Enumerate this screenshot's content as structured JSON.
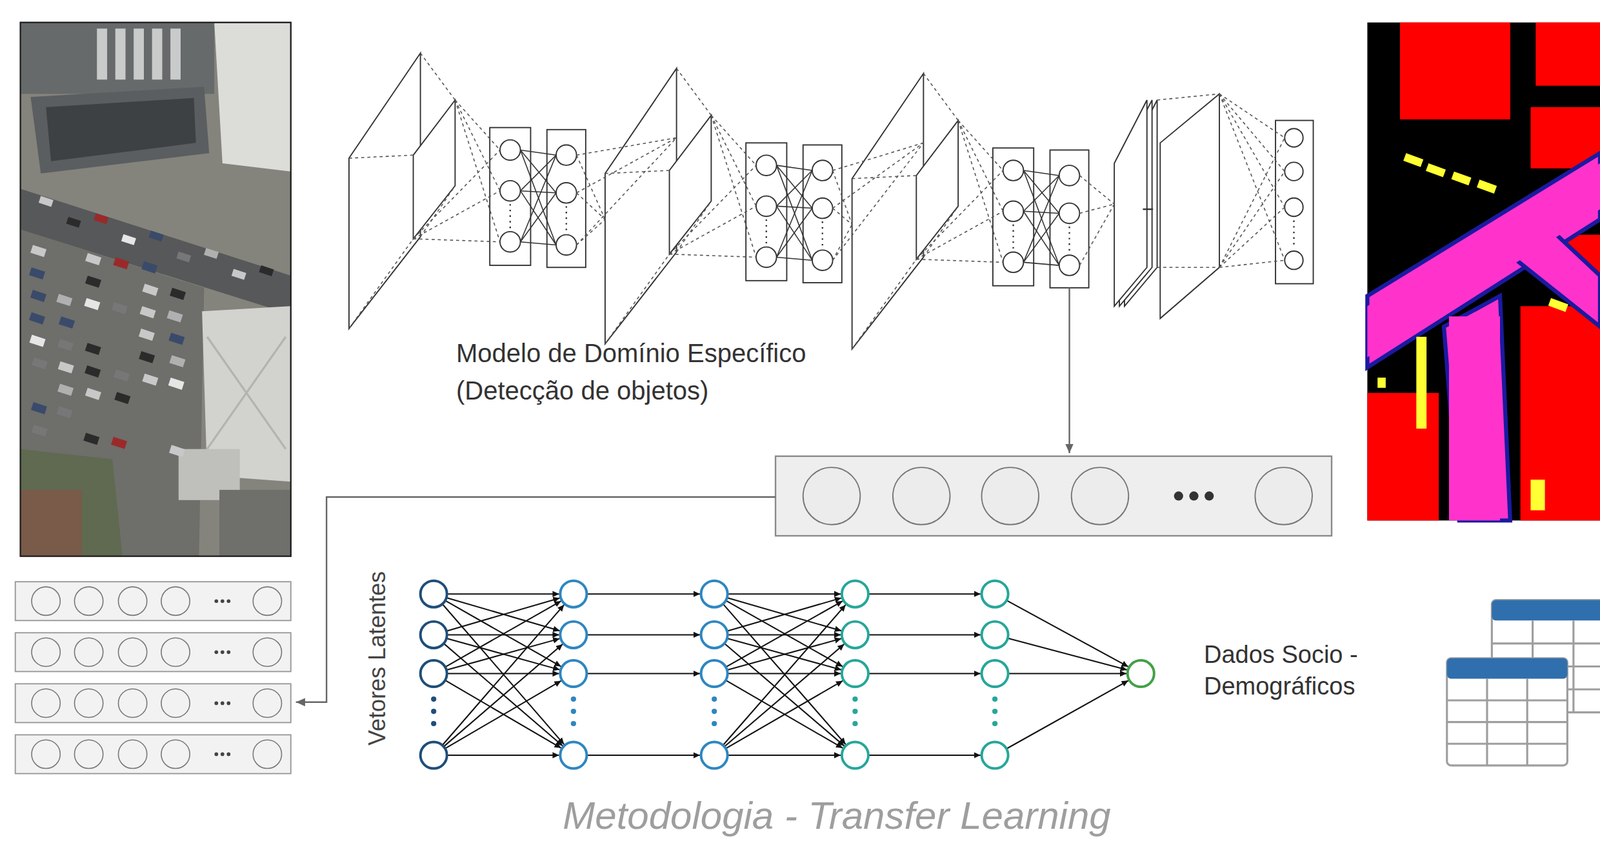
{
  "diagram": {
    "caption": "Metodologia - Transfer Learning",
    "labels": [
      "Modelo de Domínio Específico (Detecção de objetos)",
      "Vetores Latentes",
      "Dados Socio - Demográficos"
    ]
  }
}
